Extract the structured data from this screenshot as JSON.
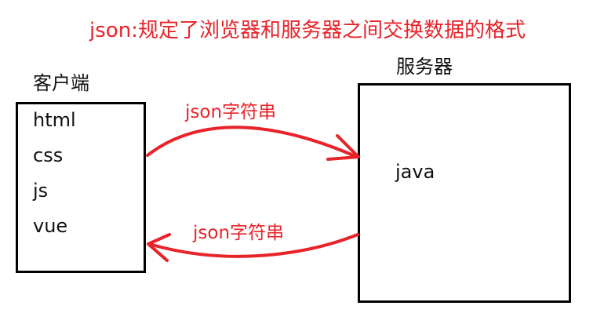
{
  "title": "json:规定了浏览器和服务器之间交换数据的格式",
  "client": {
    "label": "客户端",
    "items": [
      "html",
      "css",
      "js",
      "vue"
    ]
  },
  "server": {
    "label": "服务器",
    "item": "java"
  },
  "arrows": {
    "request_label": "json字符串",
    "response_label": "json字符串"
  },
  "colors": {
    "accent": "#e8232a",
    "box_border": "#000000",
    "text": "#111111"
  }
}
